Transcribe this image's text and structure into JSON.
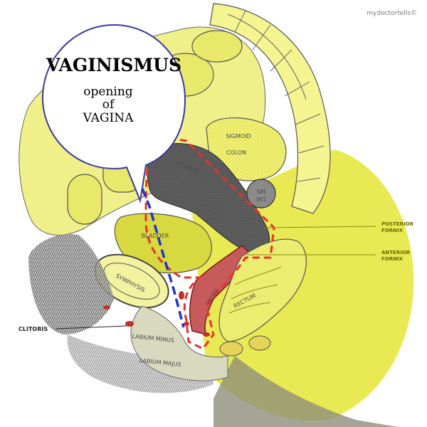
{
  "watermark": "mydoctortells©",
  "callout": {
    "title": "VAGINISMUS",
    "line1": "opening",
    "line2": "of",
    "line3": "VAGINA"
  },
  "labels": {
    "sigmoid": "SIGMOID",
    "colon": "COLON",
    "uterus": "UTERUS",
    "sm_int_1": "SM.",
    "sm_int_2": "INT.",
    "bladder": "BLADDER",
    "symphysis": "SYMPHYSIS",
    "vagina": "VAGINA",
    "rectum": "RECTUM",
    "clitoris": "CLITORIS",
    "labium_minus": "LABIUM MINUS",
    "labium_majus": "LABIUM MAJUS",
    "posterior_fornix_1": "POSTERIOR",
    "posterior_fornix_2": "FORNIX",
    "anterior_fornix_1": "ANTERIOR",
    "anterior_fornix_2": "FORNIX"
  },
  "colors": {
    "highlight_yellow": "#e8e84a",
    "tissue_yellow": "#f0f08a",
    "red_dash": "#e8322a",
    "blue_dash": "#2233cc",
    "uterus_gray": "#5a5a5a",
    "label_olive": "#8a8a10"
  }
}
